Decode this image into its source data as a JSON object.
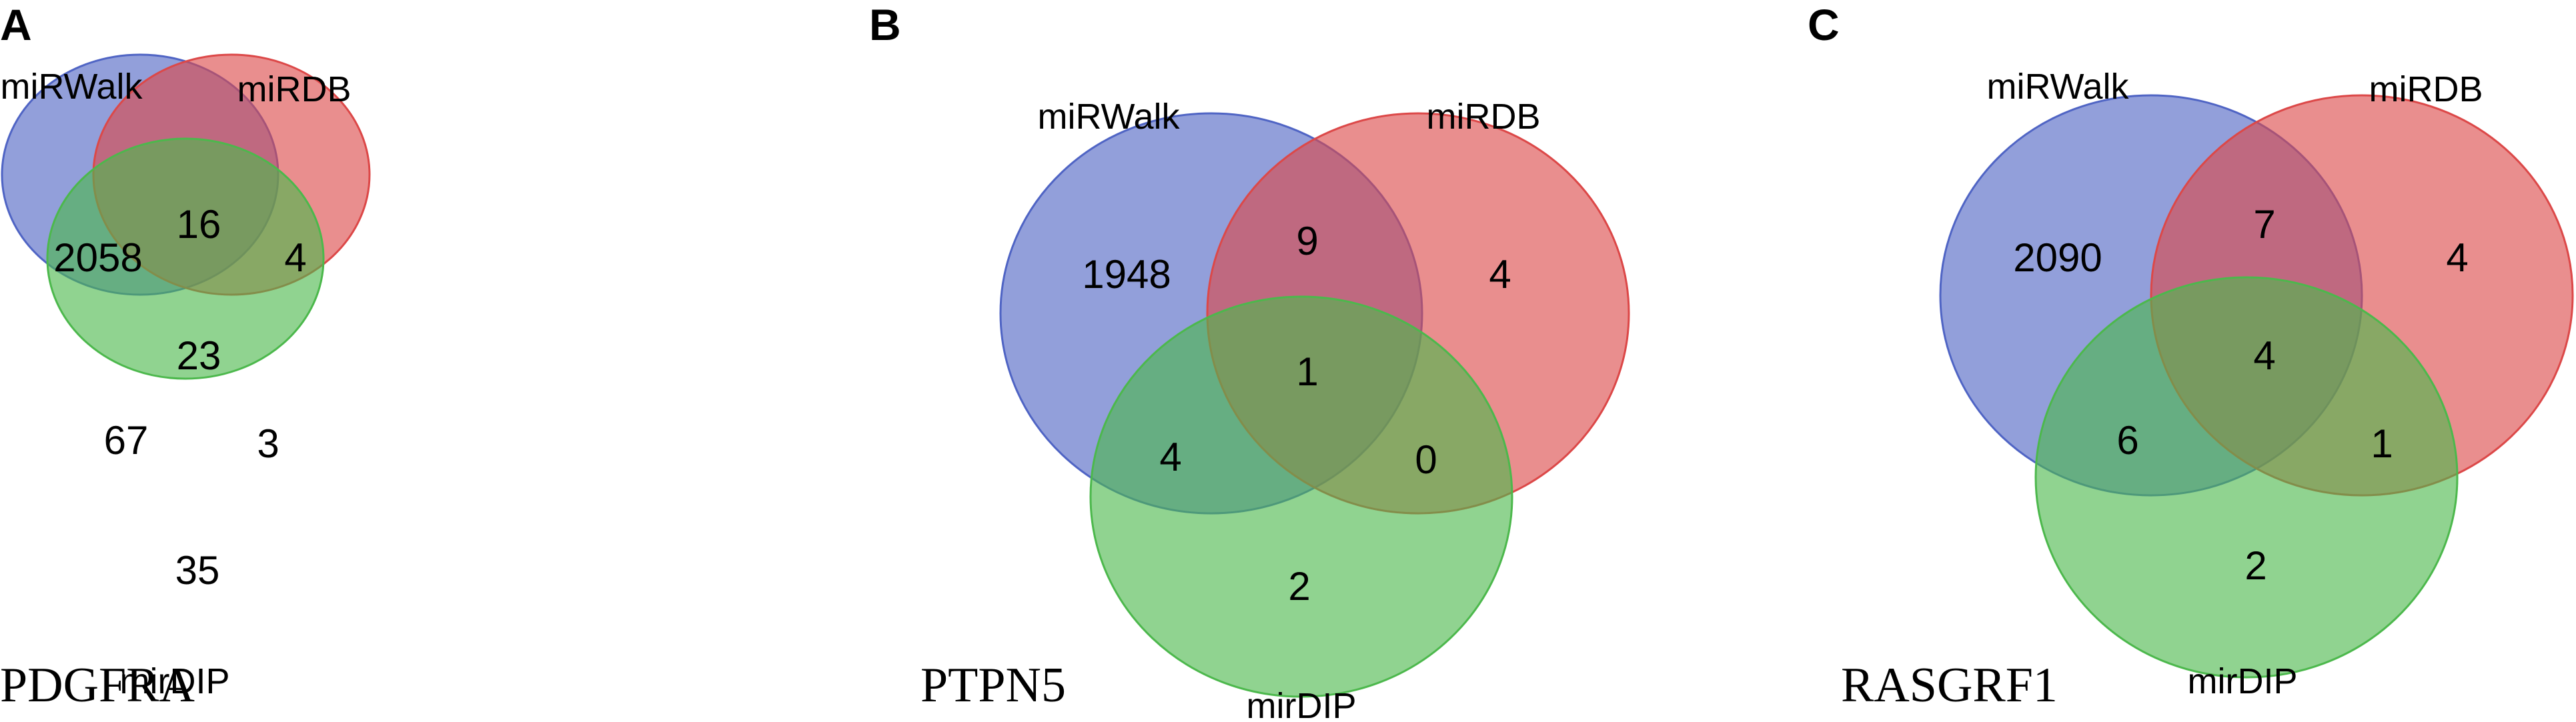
{
  "colors": {
    "miRWalk": "#4F64C4",
    "miRDB": "#DC4848",
    "mirDIP": "#4CB84C",
    "text": "#000000"
  },
  "panels": [
    {
      "letter": "A",
      "gene": "PDGFRA",
      "sets": {
        "miRWalk": "miRWalk",
        "miRDB": "miRDB",
        "mirDIP": "mirDIP"
      },
      "counts": {
        "miRWalk_only": "2058",
        "miRWalk_miRDB": "16",
        "miRDB_only": "4",
        "all_three": "23",
        "miRWalk_mirDIP": "67",
        "miRDB_mirDIP": "3",
        "mirDIP_only": "35"
      }
    },
    {
      "letter": "B",
      "gene": "PTPN5",
      "sets": {
        "miRWalk": "miRWalk",
        "miRDB": "miRDB",
        "mirDIP": "mirDIP"
      },
      "counts": {
        "miRWalk_only": "1948",
        "miRWalk_miRDB": "9",
        "miRDB_only": "4",
        "all_three": "1",
        "miRWalk_mirDIP": "4",
        "miRDB_mirDIP": "0",
        "mirDIP_only": "2"
      }
    },
    {
      "letter": "C",
      "gene": "RASGRF1",
      "sets": {
        "miRWalk": "miRWalk",
        "miRDB": "miRDB",
        "mirDIP": "mirDIP"
      },
      "counts": {
        "miRWalk_only": "2090",
        "miRWalk_miRDB": "7",
        "miRDB_only": "4",
        "all_three": "4",
        "miRWalk_mirDIP": "6",
        "miRDB_mirDIP": "1",
        "mirDIP_only": "2"
      }
    }
  ]
}
